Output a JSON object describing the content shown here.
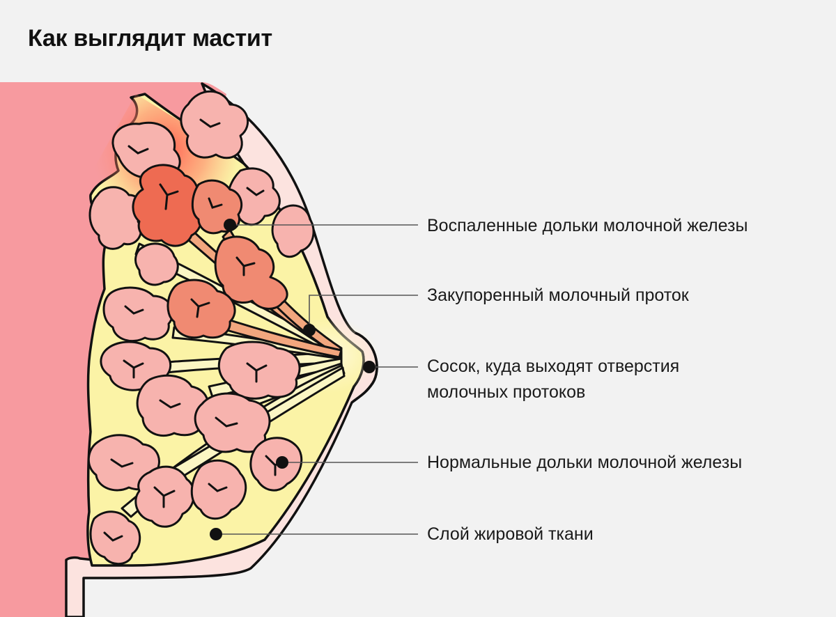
{
  "title": "Как выглядит мастит",
  "colors": {
    "background": "#f2f2f2",
    "body": "#f79a9f",
    "skin": "#fce3df",
    "fat": "#fbf3a6",
    "lobule_normal": "#f7b3ae",
    "lobule_inflamed": "#f08062",
    "inflammation_glow": "#ff6a5c",
    "outline": "#111111"
  },
  "labels": {
    "inflamed_lobules": "Воспаленные дольки молочной железы",
    "blocked_duct": "Закупоренный молочный проток",
    "nipple_line1": "Сосок, куда выходят отверстия",
    "nipple_line2": "молочных протоков",
    "normal_lobules": "Нормальные дольки молочной железы",
    "fat_layer": "Слой жировой ткани"
  }
}
